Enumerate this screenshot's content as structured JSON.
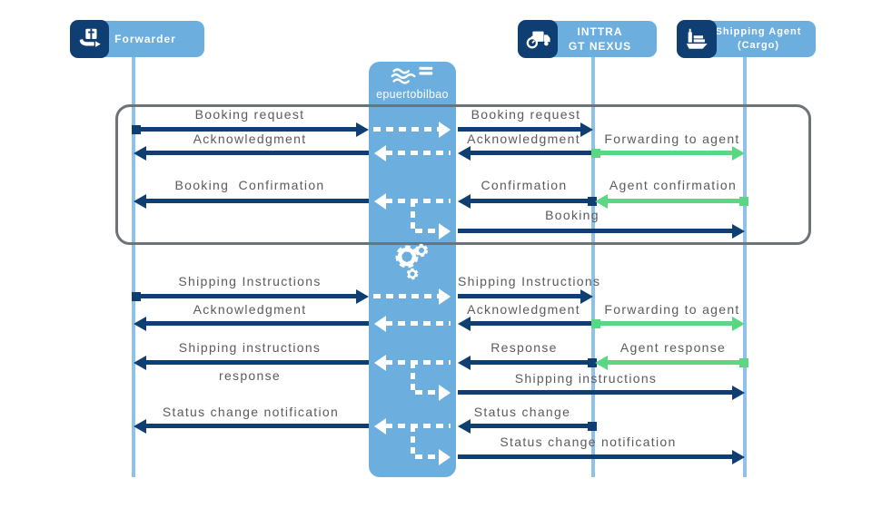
{
  "actors": {
    "forwarder": {
      "label": "Forwarder"
    },
    "hub": {
      "label": "epuertobilbao"
    },
    "inttra": {
      "label_line1": "INTTRA",
      "label_line2": "GT NEXUS"
    },
    "agent": {
      "label_line1": "Shipping Agent",
      "label_line2": "(Cargo)"
    }
  },
  "icons": {
    "forwarder": "hand-holding-box-icon",
    "hub": "waves-logo-icon",
    "inttra": "truck-stopwatch-icon",
    "agent": "cargo-ship-icon",
    "process": "gears-icon"
  },
  "booking": {
    "request_left": "Booking request",
    "request_right": "Booking request",
    "ack_left": "Acknowledgment",
    "ack_right": "Acknowledgment",
    "forwarding_to_agent": "Forwarding to agent",
    "confirmation_left": "Booking  Confirmation",
    "confirmation_right": "Confirmation",
    "agent_confirmation": "Agent confirmation",
    "booking_to_agent": "Booking"
  },
  "shipping": {
    "instructions_left": "Shipping Instructions",
    "instructions_right": "Shipping Instructions",
    "ack_left": "Acknowledgment",
    "ack_right": "Acknowledgment",
    "forwarding_to_agent": "Forwarding to agent",
    "response_left_line1": "Shipping instructions",
    "response_left_line2": "response",
    "response_right": "Response",
    "agent_response": "Agent response",
    "instructions_to_agent": "Shipping instructions"
  },
  "status": {
    "notification_left": "Status change notification",
    "change_right": "Status change",
    "notification_to_agent": "Status change notification"
  },
  "colors": {
    "actor_blue": "#6caede",
    "lifeline_blue": "#8fc2ea",
    "navy": "#0e3e72",
    "green": "#5bd783",
    "label_grey": "#595b5e",
    "frame_grey": "#6e7377"
  }
}
